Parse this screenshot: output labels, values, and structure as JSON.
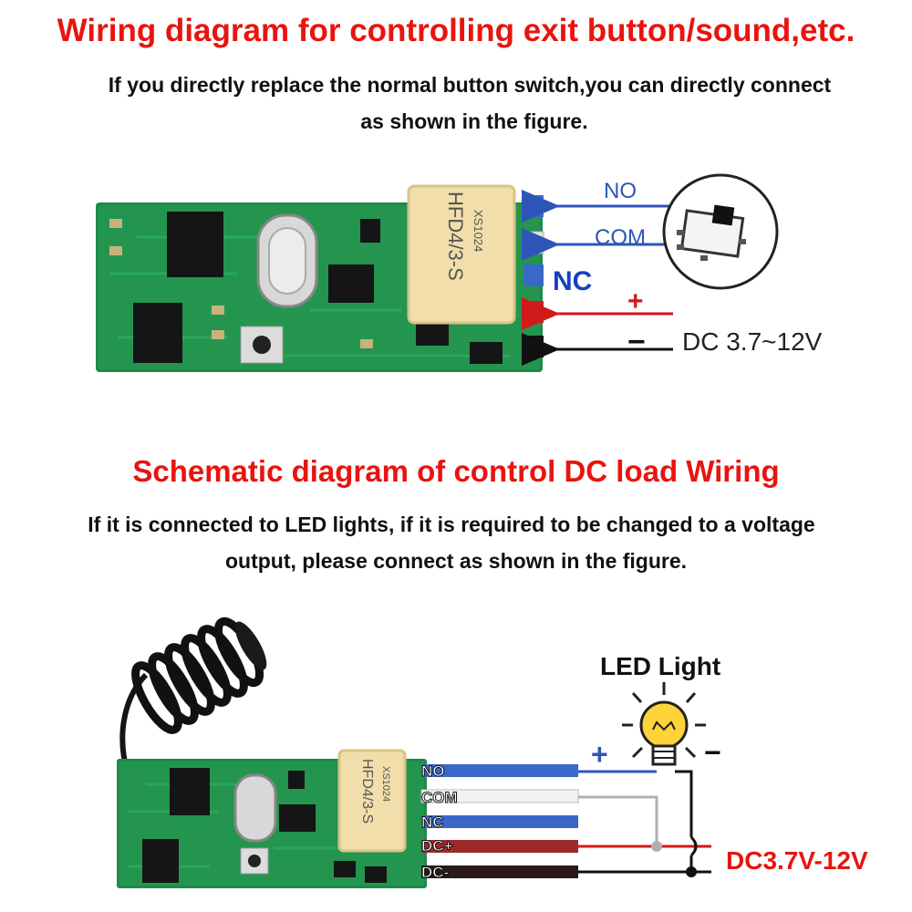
{
  "section1": {
    "title": "Wiring diagram for controlling exit button/sound,etc.",
    "subtitle_line1": "If you directly replace the normal button switch,you can directly connect",
    "subtitle_line2": "as shown in the figure.",
    "relay_model": "HFD4/3-S",
    "relay_code": "XS1024",
    "labels": {
      "no": "NO",
      "com": "COM",
      "nc": "NC",
      "plus": "+",
      "minus": "−",
      "voltage": "DC 3.7~12V"
    }
  },
  "section2": {
    "title": "Schematic diagram of control DC load Wiring",
    "subtitle_line1": "If it is connected to LED lights, if it is required to be changed to a voltage",
    "subtitle_line2": "output, please connect as shown in the figure.",
    "relay_model": "HFD4/3-S",
    "relay_code": "XS1024",
    "led_label": "LED Light",
    "terminals": [
      "NO",
      "COM",
      "NC",
      "DC+",
      "DC-"
    ],
    "plus": "+",
    "minus": "−",
    "voltage": "DC3.7V-12V"
  },
  "colors": {
    "title_red": "#e8140f",
    "wire_blue": "#2f55b8",
    "wire_red": "#d11a1a",
    "wire_black": "#111111",
    "wire_grey": "#b0b0b0",
    "pcb_green": "#1f8a4a"
  }
}
